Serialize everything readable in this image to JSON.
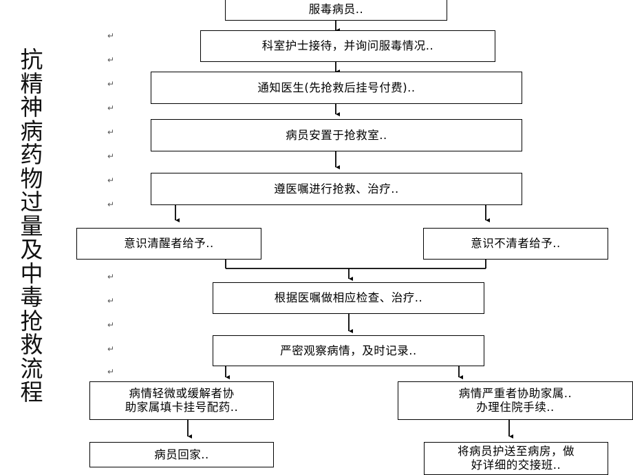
{
  "title_chars": [
    "抗",
    "精",
    "神",
    "病",
    "药",
    "物",
    "过",
    "量",
    "及",
    "中",
    "毒",
    "抢",
    "救",
    "流",
    "程"
  ],
  "return_mark": "↵",
  "boxes": {
    "b1": "服毒病员..",
    "b2": "科室护士接待，并询问服毒情况..",
    "b3": "通知医生(先抢救后挂号付费)..",
    "b4": "病员安置于抢救室..",
    "b5": "遵医嘱进行抢救、治疗..",
    "b6l": "意识清醒者给予..",
    "b6r": "意识不清者给予..",
    "b7": "根据医嘱做相应检查、治疗..",
    "b8": "严密观察病情，及时记录..",
    "b9l_1": "病情轻微或缓解者协",
    "b9l_2": "助家属填卡挂号配药..",
    "b9r_1": "病情严重者协助家属..",
    "b9r_2": "办理住院手续..",
    "b10l": "病员回家..",
    "b10r_1": "将病员护送至病房，做",
    "b10r_2": "好详细的交接班.."
  }
}
